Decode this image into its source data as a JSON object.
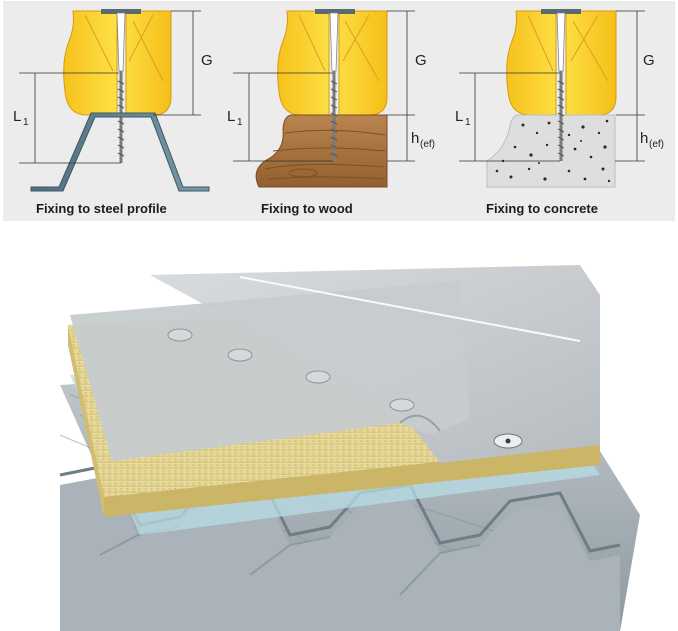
{
  "panels": [
    {
      "caption": "Fixing to steel profile",
      "label_G": "G",
      "label_L": "L",
      "label_L_sub": "1",
      "label_h": "",
      "label_h_sub": ""
    },
    {
      "caption": "Fixing to wood",
      "label_G": "G",
      "label_L": "L",
      "label_L_sub": "1",
      "label_h": "h",
      "label_h_sub": "(ef)"
    },
    {
      "caption": "Fixing to concrete",
      "label_G": "G",
      "label_L": "L",
      "label_L_sub": "1",
      "label_h": "h",
      "label_h_sub": "(ef)"
    }
  ],
  "colors": {
    "panel_bg": "#ececec",
    "insulation": "#f6d21a",
    "insulation_dark": "#e0a915",
    "wood": "#a8733f",
    "concrete": "#dcdcdc",
    "steel": "#5d7e8e",
    "membrane": "#c9cdd0",
    "foam": "#e5d48f",
    "deck": "#9aa6ad"
  },
  "icons": [
    "screw-icon",
    "washer-icon"
  ]
}
